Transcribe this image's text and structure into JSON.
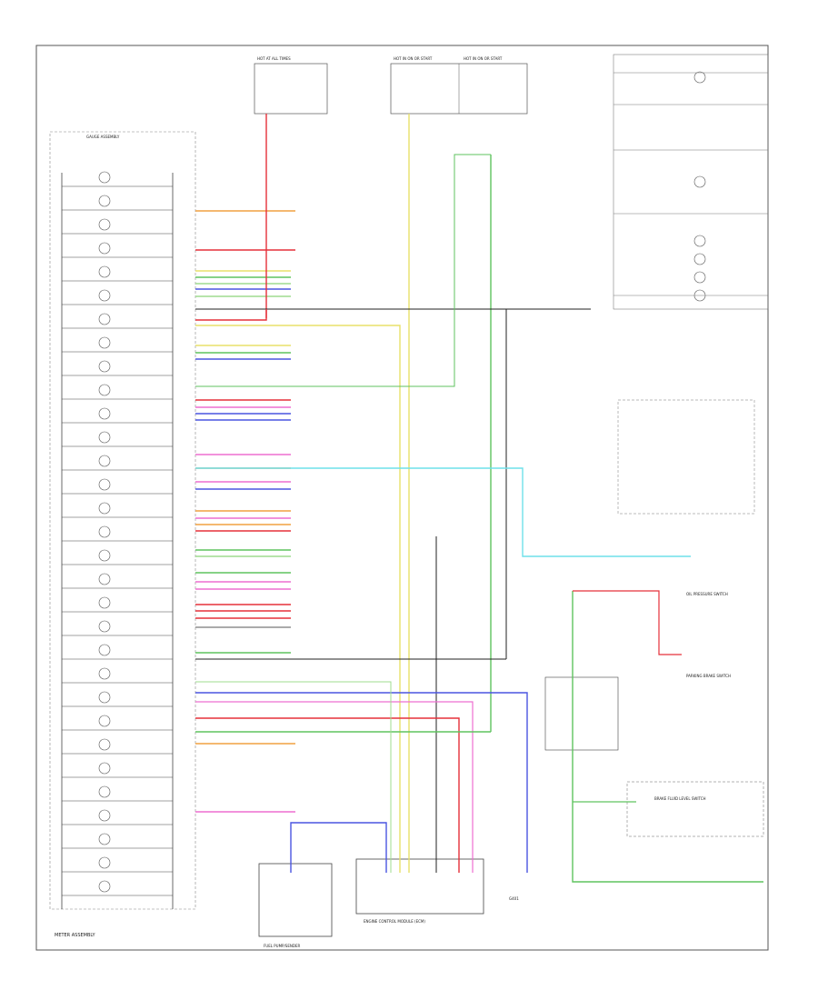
{
  "diagram": {
    "footer_code": "",
    "panel_caption": "METER ASSEMBLY",
    "fuse_box_top": [
      "HOT AT ALL TIMES",
      "HOT IN ON OR START",
      "HOT IN ON OR START"
    ],
    "gauge_cluster_caption": "GAUGE ASSEMBLY",
    "ground_label": "G401",
    "connector_labels": [],
    "bottom_labels": [
      "FUEL PUMP/SENDER",
      "ENGINE CONTROL MODULE (ECM)"
    ],
    "right_labels": [
      "OIL PRESSURE SWITCH",
      "PARKING BRAKE SWITCH",
      "BRAKE FLUID LEVEL SWITCH"
    ]
  },
  "wire_colors": {
    "red": "#e5303a",
    "yellow": "#e8e06a",
    "green": "#5fc35f",
    "lightgreen": "#9fdc8f",
    "blue": "#4a55e0",
    "pink": "#ee6fd0",
    "cyan": "#6fe0ea",
    "orange": "#f0a040",
    "gray": "#8f8f8f",
    "black": "#222222",
    "white": "#bbbbbb",
    "lightblue": "#8cb8ff"
  }
}
